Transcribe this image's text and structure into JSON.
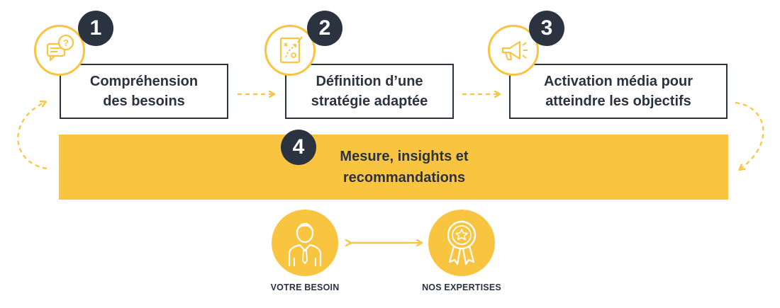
{
  "steps": [
    {
      "number": "1",
      "line1": "Compréhension",
      "line2": "des besoins",
      "icon": "chat-bubbles-icon"
    },
    {
      "number": "2",
      "line1": "Définition d’une",
      "line2": "stratégie adaptée",
      "icon": "strategy-board-icon"
    },
    {
      "number": "3",
      "line1": "Activation média pour",
      "line2": "atteindre les objectifs",
      "icon": "megaphone-icon"
    }
  ],
  "measure": {
    "number": "4",
    "line1": "Mesure, insights et",
    "line2": "recommandations"
  },
  "bottom": {
    "left_label": "VOTRE BESOIN",
    "left_icon": "businessman-icon",
    "right_label": "NOS EXPERTISES",
    "right_icon": "award-ribbon-icon"
  },
  "colors": {
    "accent": "#f9c440",
    "dark": "#2b3240"
  }
}
